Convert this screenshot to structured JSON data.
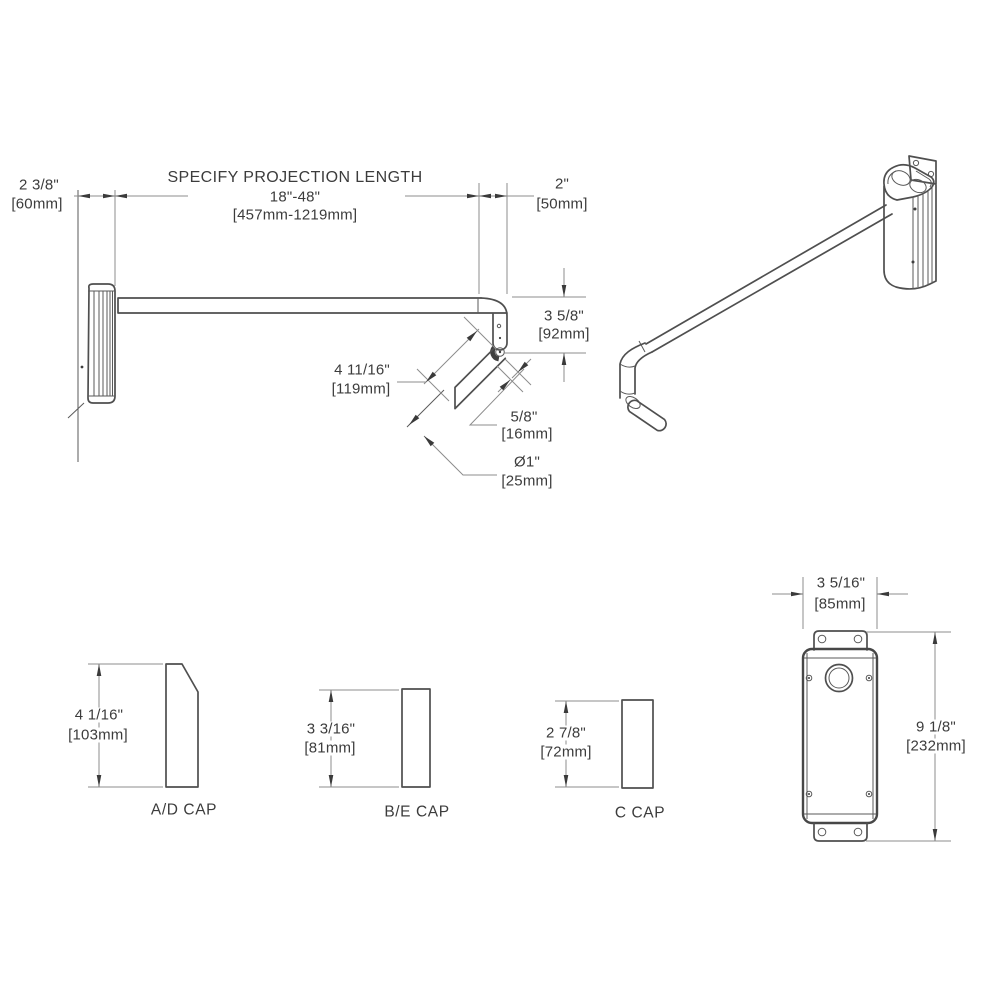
{
  "colors": {
    "background": "#ffffff",
    "object_line": "#4f4f4f",
    "dimension_line": "#8c8c8c",
    "text": "#3c3c3c"
  },
  "side_view": {
    "bracket_depth": {
      "inches": "2 3/8\"",
      "metric": "[60mm]"
    },
    "projection": {
      "title": "SPECIFY PROJECTION LENGTH",
      "range_inches": "18\"-48\"",
      "range_metric": "[457mm-1219mm]"
    },
    "elbow_width": {
      "inches": "2\"",
      "metric": "[50mm]"
    },
    "drop_height": {
      "inches": "3 5/8\"",
      "metric": "[92mm]"
    },
    "angled_arm_length": {
      "inches": "4 11/16\"",
      "metric": "[119mm]"
    },
    "end_offset": {
      "inches": "5/8\"",
      "metric": "[16mm]"
    },
    "tube_diameter": {
      "inches": "Ø1\"",
      "metric": "[25mm]"
    }
  },
  "caps": [
    {
      "label": "A/D CAP",
      "height_inches": "4 1/16\"",
      "height_metric": "[103mm]"
    },
    {
      "label": "B/E CAP",
      "height_inches": "3 3/16\"",
      "height_metric": "[81mm]"
    },
    {
      "label": "C CAP",
      "height_inches": "2 7/8\"",
      "height_metric": "[72mm]"
    }
  ],
  "plate_view": {
    "width": {
      "inches": "3 5/16\"",
      "metric": "[85mm]"
    },
    "height": {
      "inches": "9 1/8\"",
      "metric": "[232mm]"
    }
  }
}
